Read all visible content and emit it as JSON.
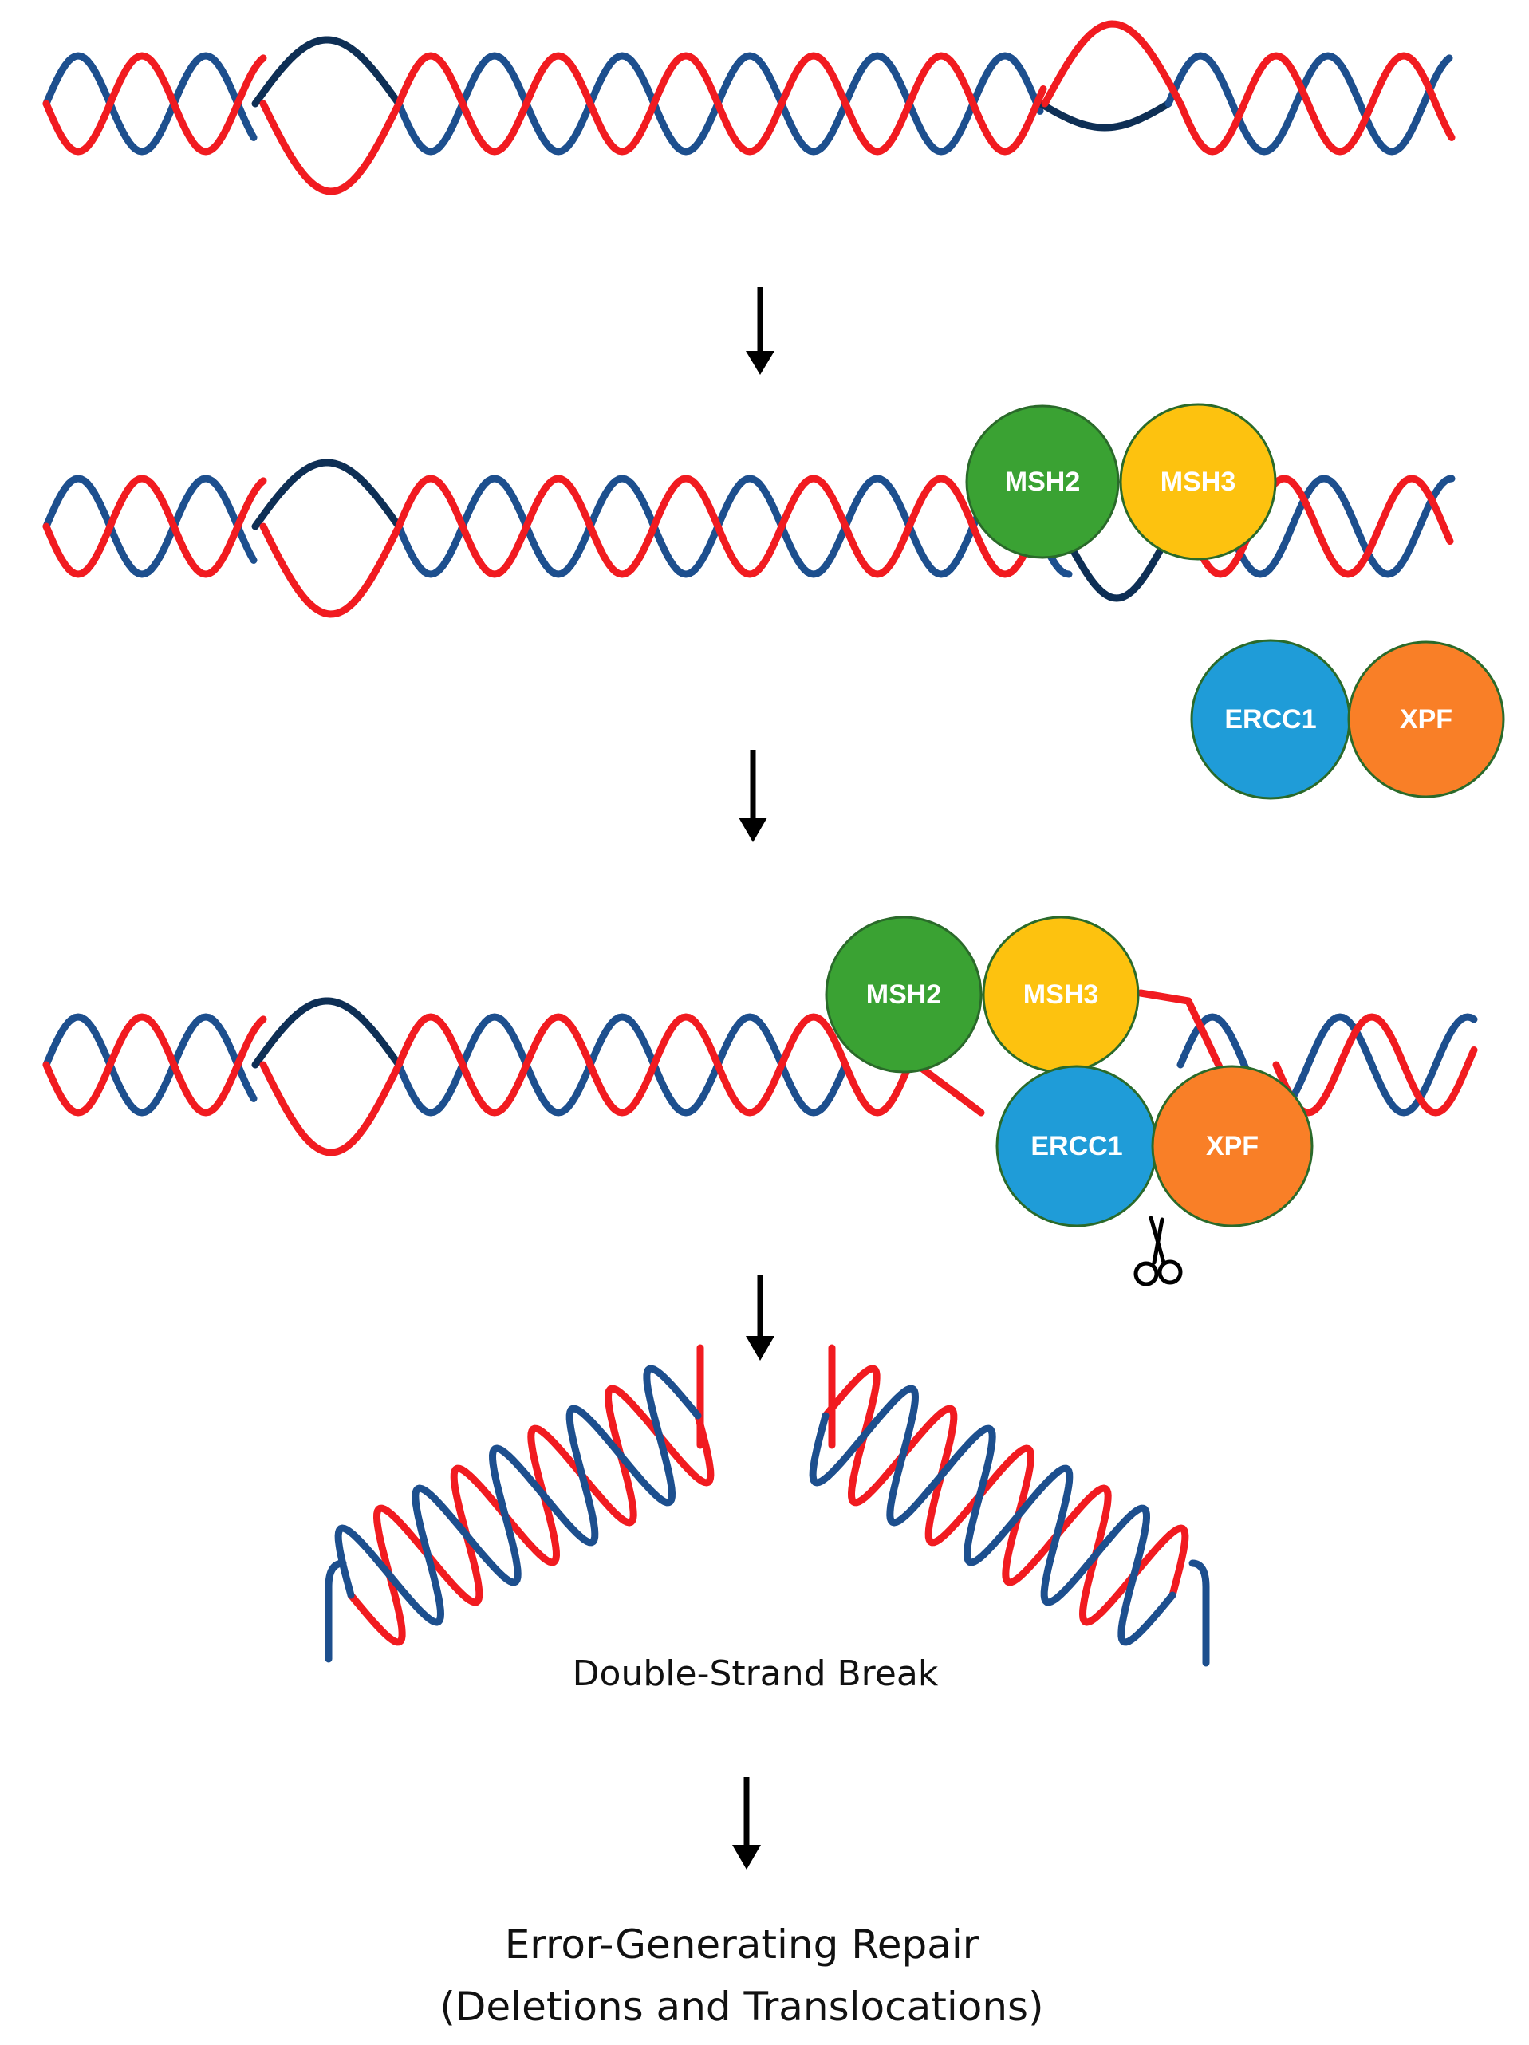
{
  "colors": {
    "strand_red": "#f11b20",
    "strand_blue": "#1d4f8e",
    "strand_navy": "#0e2f55",
    "msh2": "#3aa233",
    "msh3": "#fdc20f",
    "ercc1": "#1f9cd8",
    "xpf": "#f97f27",
    "outline": "#2a6a2a",
    "arrow": "#000000"
  },
  "proteins": {
    "msh2": "MSH2",
    "msh3": "MSH3",
    "ercc1": "ERCC1",
    "xpf": "XPF"
  },
  "icons": {
    "arrow": "arrow-down-icon",
    "scissors": "scissors-icon"
  },
  "labels": {
    "break": "Double-Strand Break",
    "outcome_line1": "Error-Generating Repair",
    "outcome_line2": "(Deletions and Translocations)"
  }
}
